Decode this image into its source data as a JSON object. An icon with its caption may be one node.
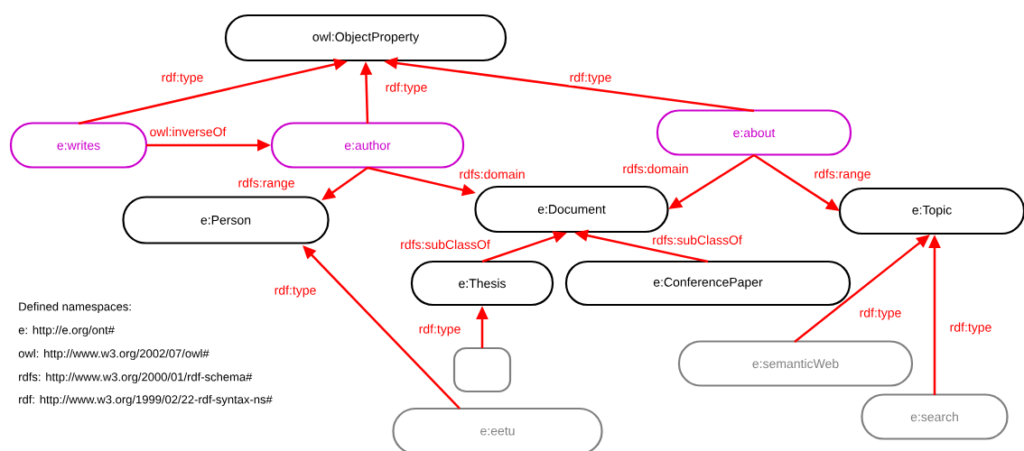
{
  "diagram": {
    "nodes": [
      {
        "text": [
          "owl:ObjectProperty"
        ]
      },
      {
        "text": [
          "e:writes"
        ]
      },
      {
        "text": [
          "e:author"
        ]
      },
      {
        "text": [
          "e:about"
        ]
      },
      {
        "text": [
          "e:Person"
        ]
      },
      {
        "text": [
          "e:Document"
        ]
      },
      {
        "text": [
          "e:Topic"
        ]
      },
      {
        "text": [
          "e:Thesis"
        ]
      },
      {
        "text": [
          "e:ConferencePaper"
        ]
      },
      {
        "text": [],
        "shape": "box"
      },
      {
        "text": [
          "e:semanticWeb"
        ]
      },
      {
        "text": [
          "e:eetu"
        ]
      },
      {
        "text": [
          "e:search"
        ]
      }
    ],
    "edges": [
      {
        "from": 1,
        "to": 0,
        "arrow": "to",
        "label": "rdf:type"
      },
      {
        "from": 2,
        "to": 0,
        "arrow": "to",
        "label": "rdf:type"
      },
      {
        "from": 3,
        "to": 0,
        "arrow": "to",
        "label": "rdf:type"
      },
      {
        "from": 1,
        "to": 2,
        "arrow": "to",
        "label": "owl:inverseOf"
      },
      {
        "from": 2,
        "to": 4,
        "arrow": "to",
        "label": "rdfs:range"
      },
      {
        "from": 2,
        "to": 5,
        "arrow": "to",
        "label": "rdfs:domain"
      },
      {
        "from": 3,
        "to": 5,
        "arrow": "to",
        "label": "rdfs:domain"
      },
      {
        "from": 3,
        "to": 6,
        "arrow": "to",
        "label": "rdfs:range"
      },
      {
        "from": 7,
        "to": 5,
        "arrow": "to",
        "label": "rdfs:subClassOf"
      },
      {
        "from": 8,
        "to": 5,
        "arrow": "to",
        "label": "rdfs:subClassOf"
      },
      {
        "from": 11,
        "to": 4,
        "arrow": "to",
        "label": "rdf:type"
      },
      {
        "from": 9,
        "to": 7,
        "arrow": "to",
        "label": "rdf:type"
      },
      {
        "from": 10,
        "to": 6,
        "arrow": "to",
        "label": "rdf:type"
      },
      {
        "from": 12,
        "to": 6,
        "arrow": "to",
        "label": "rdf:type"
      }
    ],
    "labels": [
      "Defined namespaces:",
      "e: http://e.org/ont#",
      "owl: http://www.w3.org/2002/07/owl#",
      "rdfs: http://www.w3.org/2000/01/rdf-schema#",
      "rdf: http://www.w3.org/1999/02/22-rdf-syntax-ns#"
    ]
  }
}
